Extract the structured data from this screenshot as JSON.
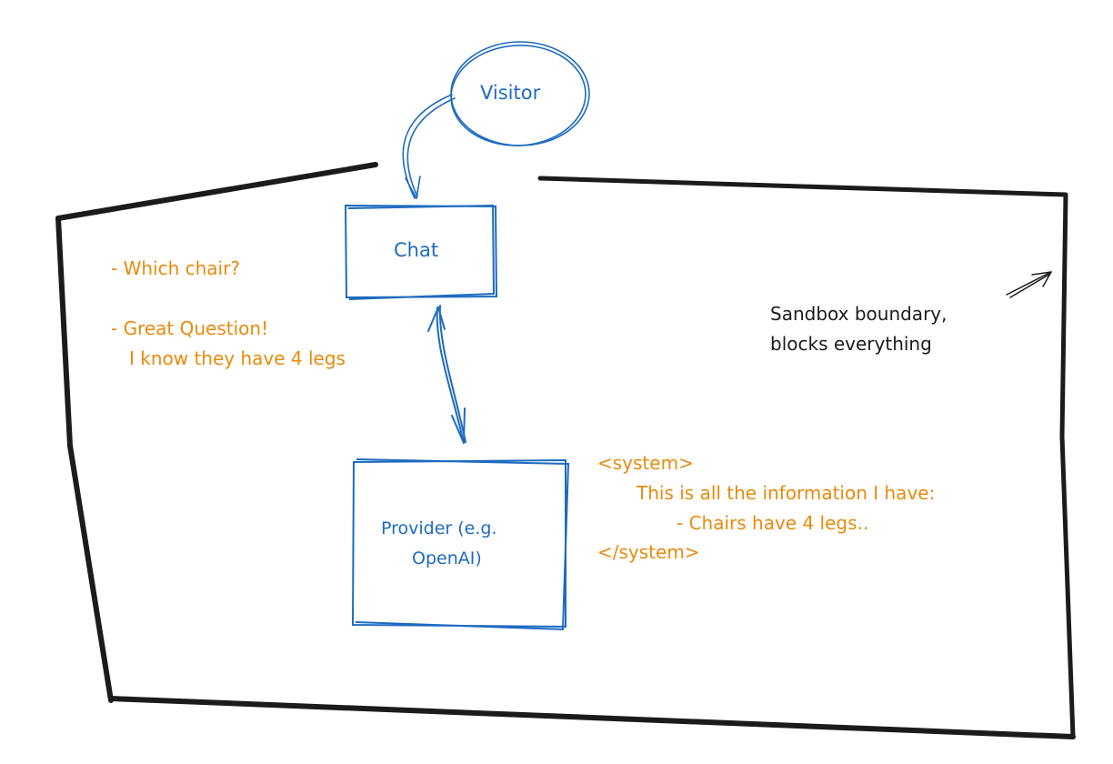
{
  "colors": {
    "node": "#1e6bc0",
    "annotation": "#e88a0c",
    "boundary": "#1b1b1b",
    "background": "#ffffff"
  },
  "nodes": {
    "visitor": "Visitor",
    "chat": "Chat",
    "provider_line1": "Provider (e.g.",
    "provider_line2": "OpenAI)"
  },
  "boundary_note": {
    "line1": "Sandbox boundary,",
    "line2": "blocks everything"
  },
  "conversation": {
    "question": "- Which chair?",
    "answer_line1": "- Great Question!",
    "answer_line2": "I know they have 4 legs"
  },
  "system_prompt": {
    "open_tag": "<system>",
    "line1": "This is all the information I have:",
    "line2": "- Chairs have 4 legs..",
    "close_tag": "</system>"
  }
}
